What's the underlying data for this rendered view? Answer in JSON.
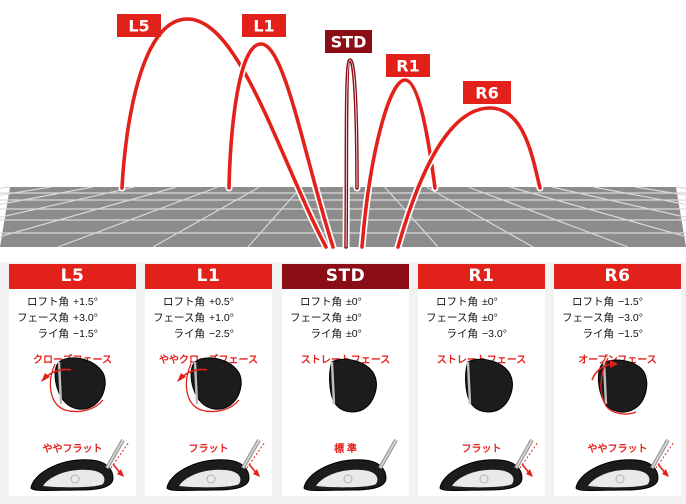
{
  "colors": {
    "accent": "#e3211b",
    "std": "#8b0e16",
    "grid": "#8c8c8c",
    "head": "#1a1a1a"
  },
  "trajectories": [
    {
      "id": "L5",
      "label": "L5",
      "color": "#e3211b"
    },
    {
      "id": "L1",
      "label": "L1",
      "color": "#e3211b"
    },
    {
      "id": "STD",
      "label": "STD",
      "color": "#8b0e16"
    },
    {
      "id": "R1",
      "label": "R1",
      "color": "#e3211b"
    },
    {
      "id": "R6",
      "label": "R6",
      "color": "#e3211b"
    }
  ],
  "cards": [
    {
      "title": "L5",
      "color": "#e3211b",
      "face_type": "closed",
      "specs": [
        {
          "label": "ロフト角",
          "value": "+1.5°"
        },
        {
          "label": "フェース角",
          "value": "+3.0°"
        },
        {
          "label": "ライ角",
          "value": "−1.5°"
        }
      ],
      "face_label": "クローズフェース",
      "sole_label": "ややフラット",
      "rotation": "counterclockwise"
    },
    {
      "title": "L1",
      "color": "#e3211b",
      "face_type": "closed",
      "specs": [
        {
          "label": "ロフト角",
          "value": "+0.5°"
        },
        {
          "label": "フェース角",
          "value": "+1.0°"
        },
        {
          "label": "ライ角",
          "value": "−2.5°"
        }
      ],
      "face_label": "ややクローズフェース",
      "sole_label": "フラット",
      "rotation": "counterclockwise"
    },
    {
      "title": "STD",
      "color": "#8b0e16",
      "face_type": "straight",
      "specs": [
        {
          "label": "ロフト角",
          "value": "±0°"
        },
        {
          "label": "フェース角",
          "value": "±0°"
        },
        {
          "label": "ライ角",
          "value": "±0°"
        }
      ],
      "face_label": "ストレートフェース",
      "sole_label": "標 準",
      "rotation": "none"
    },
    {
      "title": "R1",
      "color": "#e3211b",
      "face_type": "straight",
      "specs": [
        {
          "label": "ロフト角",
          "value": "±0°"
        },
        {
          "label": "フェース角",
          "value": "±0°"
        },
        {
          "label": "ライ角",
          "value": "−3.0°"
        }
      ],
      "face_label": "ストレートフェース",
      "sole_label": "フラット",
      "rotation": "none"
    },
    {
      "title": "R6",
      "color": "#e3211b",
      "face_type": "open",
      "specs": [
        {
          "label": "ロフト角",
          "value": "−1.5°"
        },
        {
          "label": "フェース角",
          "value": "−3.0°"
        },
        {
          "label": "ライ角",
          "value": "−1.5°"
        }
      ],
      "face_label": "オープンフェース",
      "sole_label": "ややフラット",
      "rotation": "clockwise"
    }
  ]
}
